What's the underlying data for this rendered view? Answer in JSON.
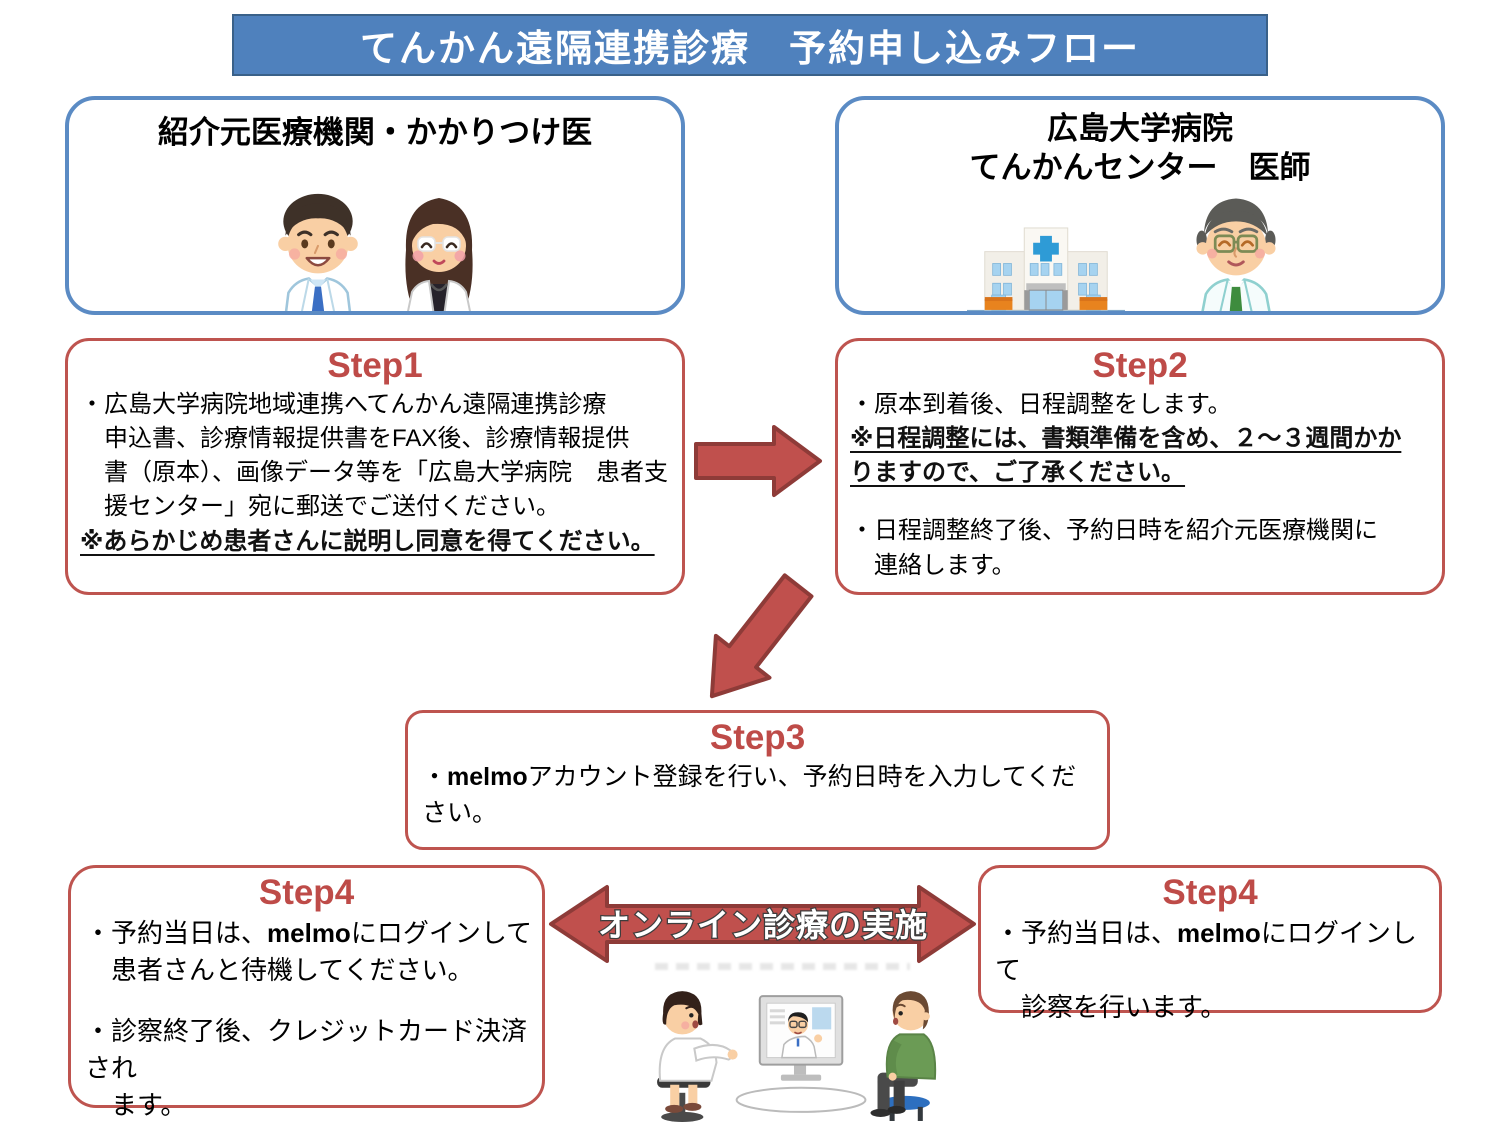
{
  "title": "てんかん遠隔連携診療　予約申し込みフロー",
  "actors": {
    "referrer": {
      "label": "紹介元医療機関・かかりつけ医"
    },
    "hospital": {
      "label_line1": "広島大学病院",
      "label_line2": "てんかんセンター　医師"
    }
  },
  "steps": {
    "step1": {
      "title": "Step1",
      "body": "・広島大学病院地域連携へてんかん遠隔連携診療\n　申込書、診療情報提供書をFAX後、診療情報提供\n　書（原本）、画像データ等を「広島大学病院　患者支\n　援センター」宛に郵送でご送付ください。",
      "note": "※あらかじめ患者さんに説明し同意を得てください。"
    },
    "step2": {
      "title": "Step2",
      "line1": "・原本到着後、日程調整をします。",
      "note": "※日程調整には、書類準備を含め、２～３週間かか\nりますので、ご了承ください。",
      "line2": "・日程調整終了後、予約日時を紹介元医療機関に\n　連絡します。"
    },
    "step3": {
      "title": "Step3",
      "bullet": "・",
      "highlight": "melmo",
      "rest": "アカウント登録を行い、予約日時を入力してください。"
    },
    "step4_left": {
      "title": "Step4",
      "p1_pre": "・予約当日は、",
      "p1_bold": "melmo",
      "p1_post": "にログインして\n　患者さんと待機してください。",
      "p2": "・診察終了後、クレジットカード決済され\n　ます。"
    },
    "step4_right": {
      "title": "Step4",
      "p1_pre": "・予約当日は、",
      "p1_bold": "melmo",
      "p1_post": "にログインして\n　診察を行います。"
    }
  },
  "online_arrow_label": "オンライン診療の実施",
  "colors": {
    "banner_blue": "#4F81BD",
    "banner_border": "#3A6189",
    "actor_box_border": "#5B8BC4",
    "step_box_border": "#BE544F",
    "step_title_red": "#BE4B48",
    "arrow_fill": "#C0504D",
    "arrow_outline": "#8E3B38",
    "arrow_label_fill": "#FFFFFF"
  }
}
